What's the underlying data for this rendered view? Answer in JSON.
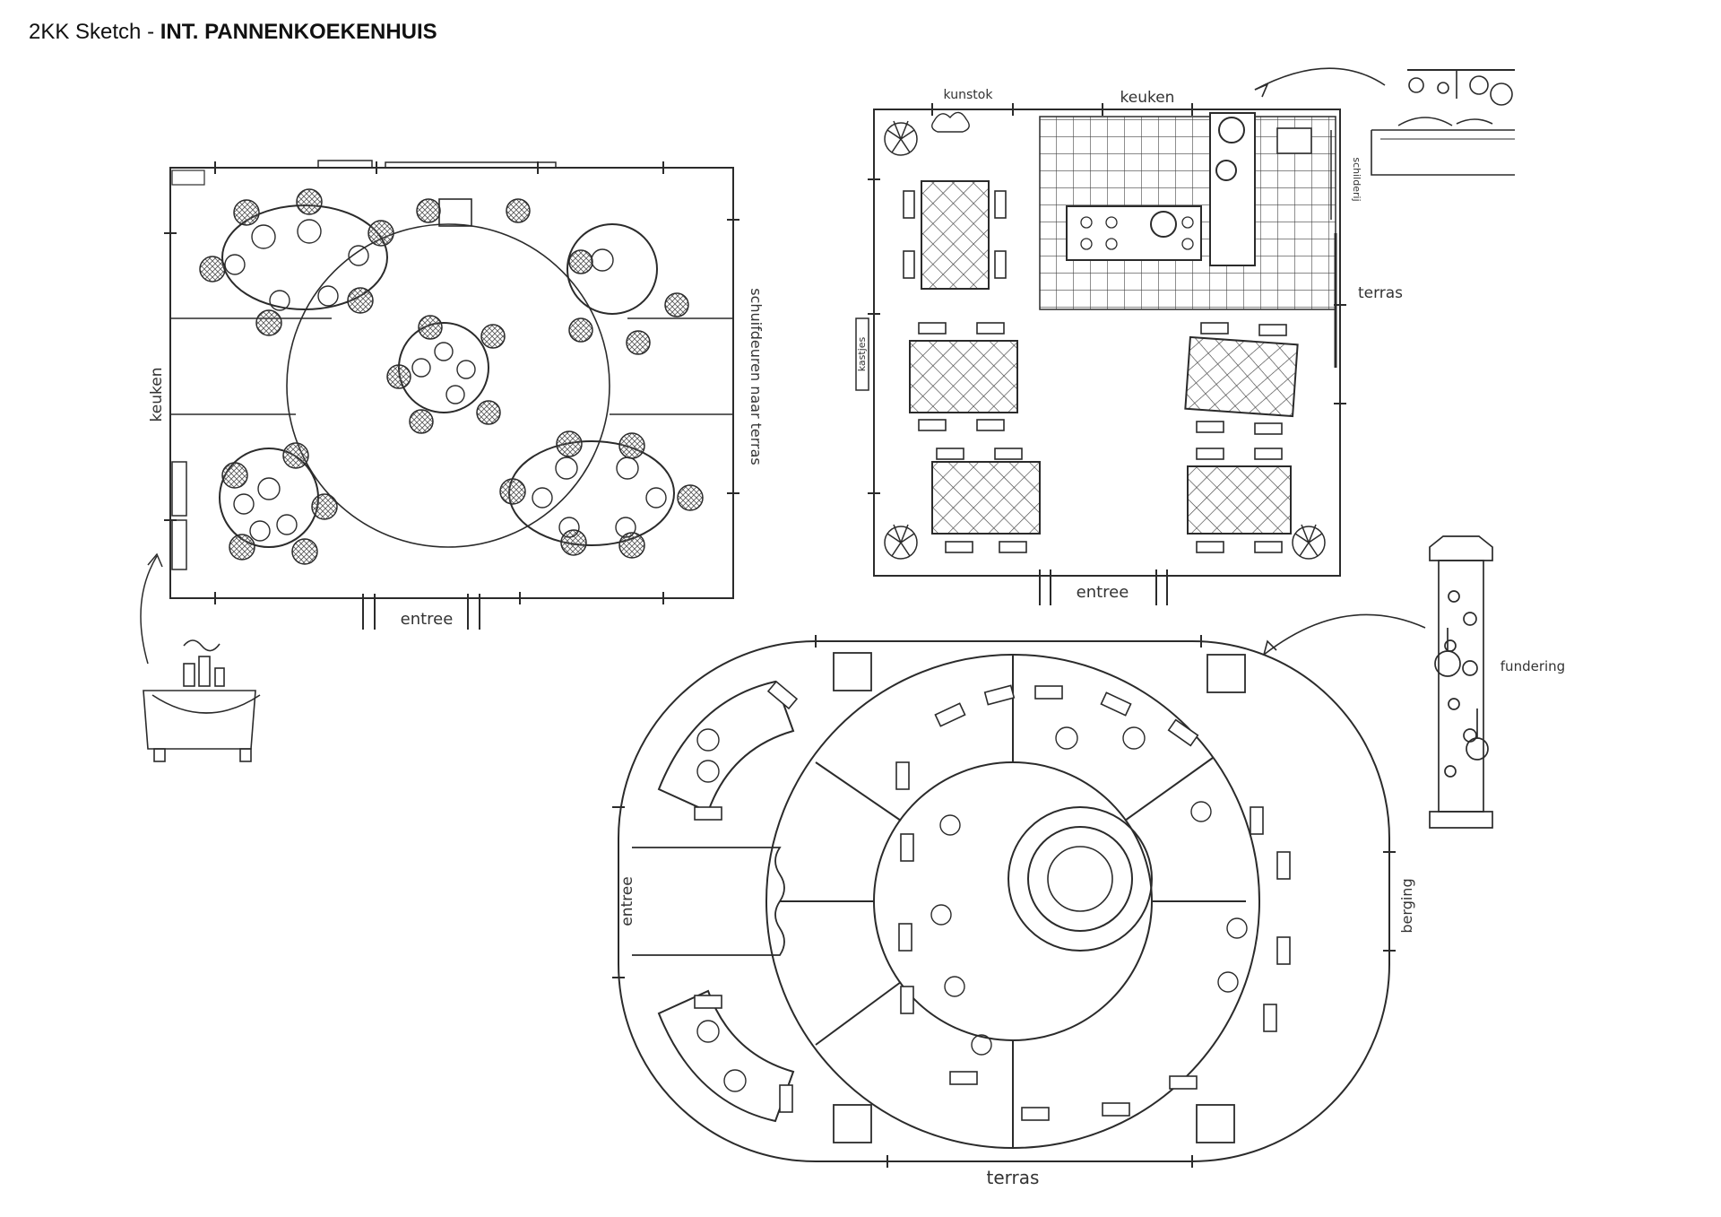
{
  "title": {
    "prefix": "2KK Sketch - ",
    "bold": "INT. PANNENKOEKENHUIS"
  },
  "plan_1": {
    "labels": {
      "kitchen": "keuken",
      "sliding_doors": "schuifdeuren naar terras",
      "entrance": "entree"
    }
  },
  "plan_2": {
    "labels": {
      "art": "kunstok",
      "kitchen": "keuken",
      "terrace": "terras",
      "entrance": "entree",
      "painting": "schilderij",
      "cupboard": "kastjes"
    }
  },
  "plan_3": {
    "labels": {
      "entrance": "entree",
      "terrace": "terras",
      "storage": "berging",
      "foundation": "fundering"
    }
  },
  "colors": {
    "ink": "#2b2b2b",
    "hatch": "#555555",
    "paper": "#ffffff"
  }
}
